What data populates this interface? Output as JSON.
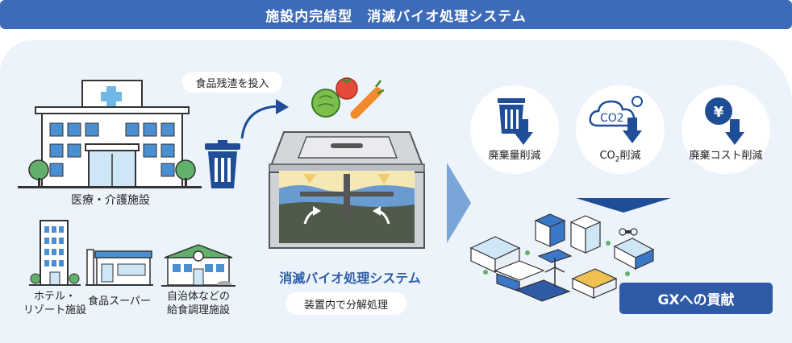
{
  "header": {
    "title": "施設内完結型　消滅バイオ処理システム"
  },
  "facilities": {
    "main": "医療・介護施設",
    "hotel_line1": "ホテル・",
    "hotel_line2": "リゾート施設",
    "supermarket": "食品スーパー",
    "kitchen_line1": "自治体などの",
    "kitchen_line2": "給食調理施設"
  },
  "process": {
    "input_label": "食品残渣を投入",
    "system_name": "消滅バイオ処理システム",
    "system_caption": "装置内で分解処理"
  },
  "benefits": [
    {
      "label": "廃棄量削減"
    },
    {
      "label_prefix": "CO",
      "label_sub": "2",
      "label_suffix": "削減",
      "icon_text": "CO2"
    },
    {
      "label": "廃棄コスト削減",
      "icon_text": "¥"
    }
  ],
  "result": {
    "label": "GXへの貢献"
  },
  "colors": {
    "brand": "#3d6bb8",
    "navy": "#1f4e96",
    "accent": "#3a77c9"
  }
}
